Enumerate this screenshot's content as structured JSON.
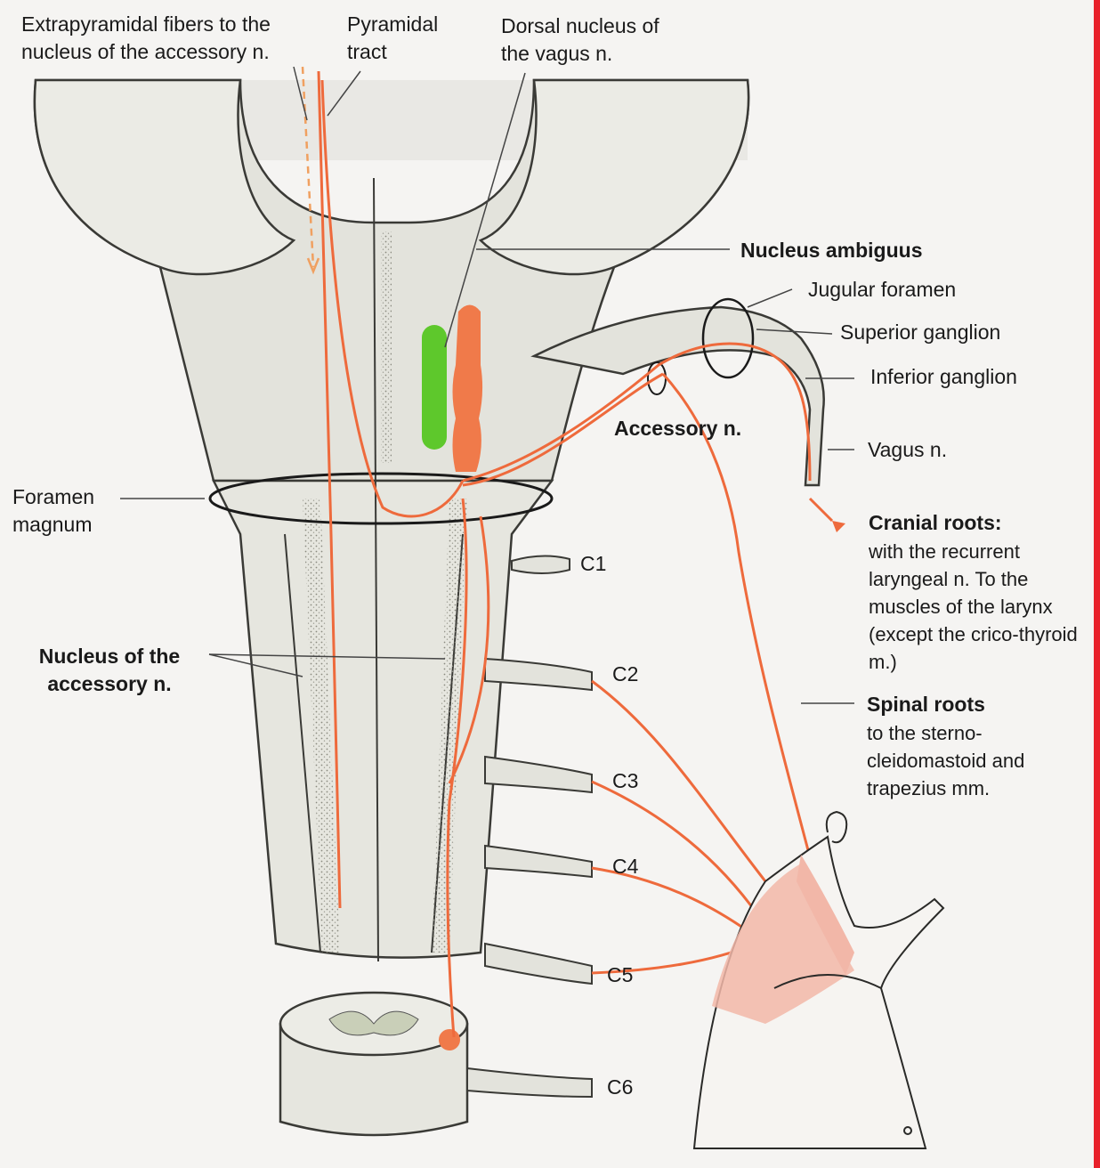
{
  "labels": {
    "extrapyramidal": "Extrapyramidal fibers to the nucleus of the accessory n.",
    "pyramidal_tract": "Pyramidal tract",
    "dorsal_nucleus": "Dorsal nucleus of the vagus n.",
    "nucleus_ambiguus": "Nucleus ambiguus",
    "jugular_foramen": "Jugular foramen",
    "superior_ganglion": "Superior ganglion",
    "inferior_ganglion": "Inferior ganglion",
    "accessory_n": "Accessory n.",
    "vagus_n": "Vagus n.",
    "foramen_magnum": "Foramen magnum",
    "nucleus_accessory": "Nucleus of the accessory n.",
    "cranial_roots_title": "Cranial roots:",
    "cranial_roots_desc": "with the recurrent laryngeal n. To the muscles of the larynx (except the crico-thyroid m.)",
    "spinal_roots_title": "Spinal roots",
    "spinal_roots_desc": "to the sterno-cleidomastoid and trapezius mm.",
    "c1": "C1",
    "c2": "C2",
    "c3": "C3",
    "c4": "C4",
    "c5": "C5",
    "c6": "C6"
  },
  "colors": {
    "nerve": "#ee6a3c",
    "dorsal_nucleus": "#5ec82c",
    "nucleus_ambiguus": "#f07a4a",
    "tissue": "#e3e3dc",
    "muscle": "#f2b7a8",
    "accent_bar": "#e8202a"
  }
}
